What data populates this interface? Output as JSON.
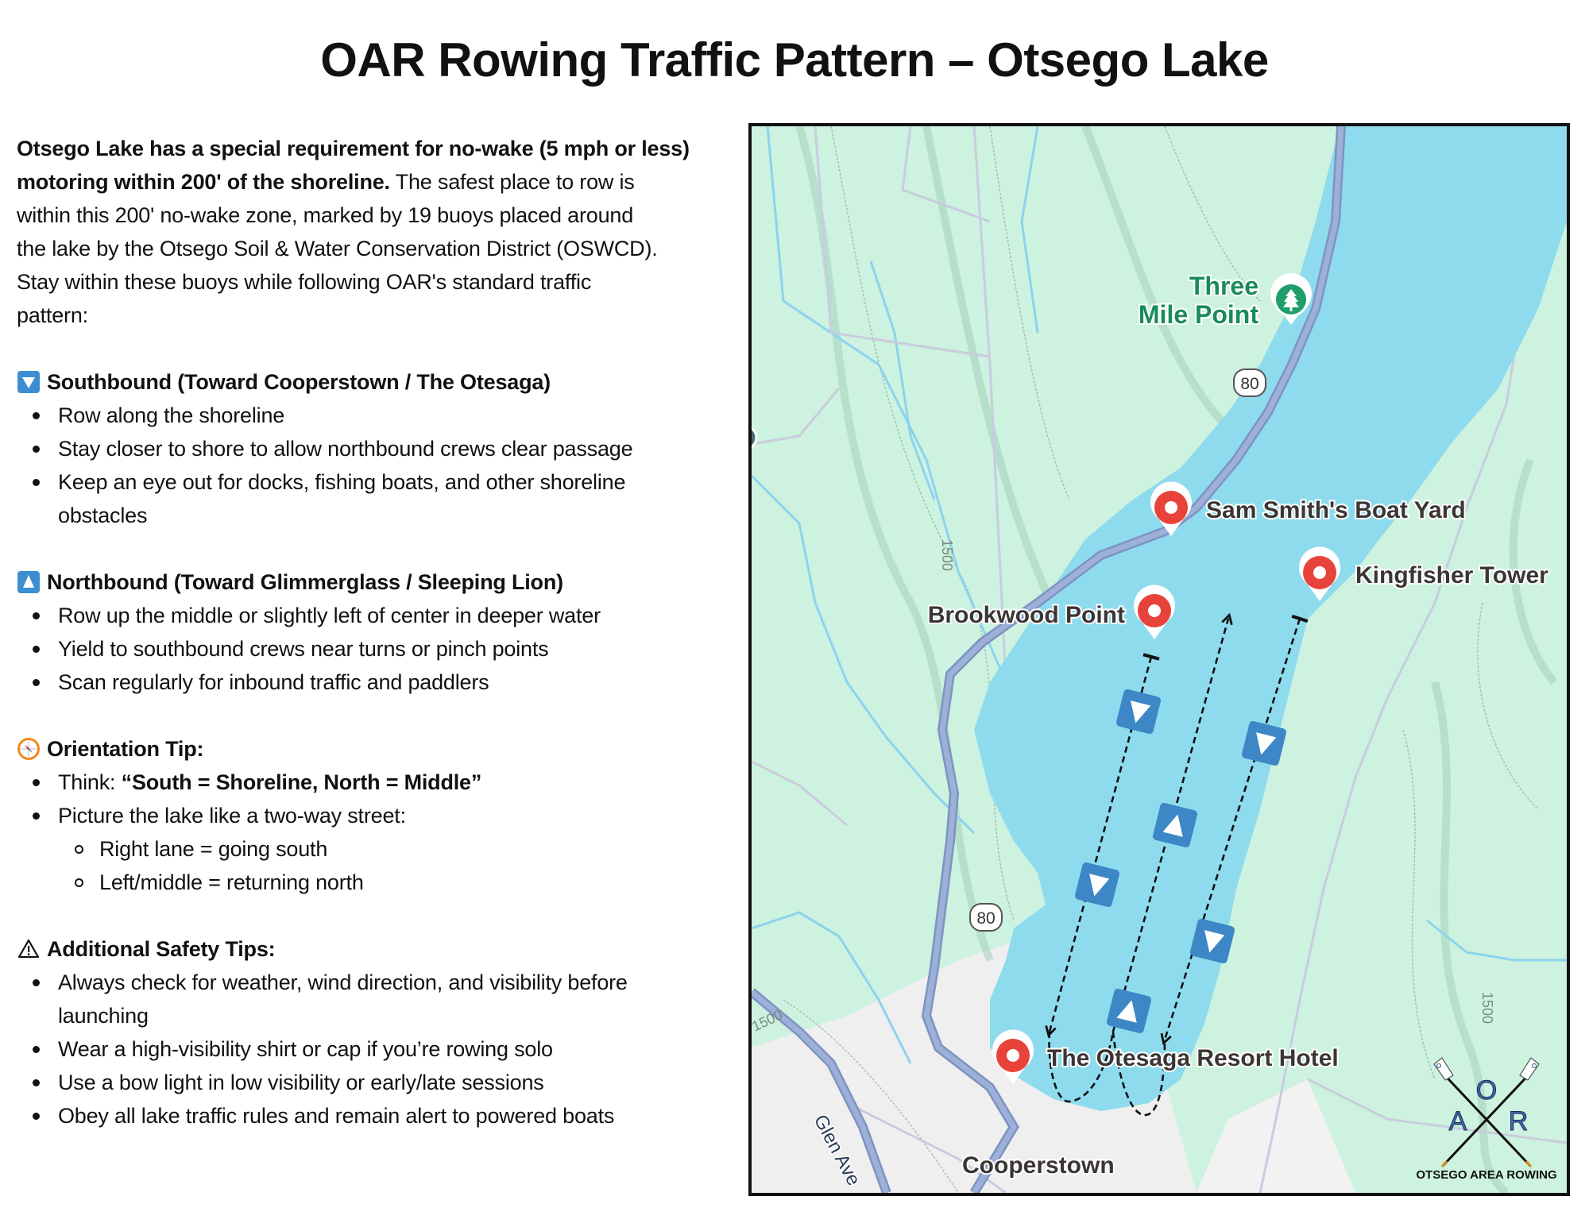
{
  "title": "OAR Rowing Traffic Pattern – Otsego Lake",
  "intro": {
    "bold_lines": [
      "Otsego Lake has a special requirement for no-wake (5 mph or less)",
      "motoring within 200' of the shoreline."
    ],
    "rest_line2": " The safest place to row is",
    "lines": [
      "within this 200' no-wake zone, marked by 19 buoys placed around",
      "the lake by the Otsego Soil & Water Conservation District (OSWCD).",
      "Stay within these buoys while following OAR's standard traffic",
      "pattern:"
    ]
  },
  "sections": {
    "southbound": {
      "icon": "down-arrow-icon",
      "heading": "Southbound (Toward Cooperstown / The Otesaga)",
      "bullets": [
        "Row along the shoreline",
        "Stay closer to shore to allow northbound crews clear passage",
        "Keep an eye out for docks, fishing boats, and other shoreline"
      ],
      "bullet3_cont": "obstacles"
    },
    "northbound": {
      "icon": "up-arrow-icon",
      "heading": "Northbound (Toward Glimmerglass / Sleeping Lion)",
      "bullets": [
        "Row up the middle or slightly left of center in deeper water",
        "Yield to southbound crews near turns or pinch points",
        "Scan regularly for inbound traffic and paddlers"
      ]
    },
    "orientation": {
      "icon": "compass-icon",
      "heading": "Orientation Tip:",
      "think_prefix": "Think: ",
      "think_quote": "“South = Shoreline, North = Middle”",
      "bullet2": "Picture the lake like a two-way street:",
      "sub": [
        "Right lane = going south",
        "Left/middle = returning north"
      ]
    },
    "safety": {
      "icon": "warning-icon",
      "heading": "Additional Safety Tips:",
      "bullets": [
        "Always check for weather, wind direction, and visibility before",
        "Wear a high-visibility shirt or cap if you’re rowing solo",
        "Use a bow light in low visibility or early/late sessions",
        "Obey all lake traffic rules and remain alert to powered boats"
      ],
      "bullet1_cont": "launching"
    }
  },
  "map": {
    "places": {
      "three_mile_point_1": "Three",
      "three_mile_point_2": "Mile Point",
      "sam_smiths": "Sam Smith's Boat Yard",
      "kingfisher": "Kingfisher Tower",
      "brookwood": "Brookwood Point",
      "otesaga": "The Otesaga Resort Hotel",
      "cooperstown": "Cooperstown",
      "glen_ave": "Glen Ave"
    },
    "route_shield": "80",
    "contour_label": "1500",
    "logo": {
      "letters": [
        "O",
        "A",
        "R"
      ],
      "caption": "OTSEGO AREA ROWING"
    },
    "colors": {
      "water": "#8edbee",
      "land": "#cdf2df",
      "town": "#efefef",
      "road": "#8fa3cf",
      "stream": "#8cd3ee",
      "pin_red": "#e8433a",
      "park_green": "#1f9e6b",
      "arrow_blue": "#3d87c6"
    }
  }
}
